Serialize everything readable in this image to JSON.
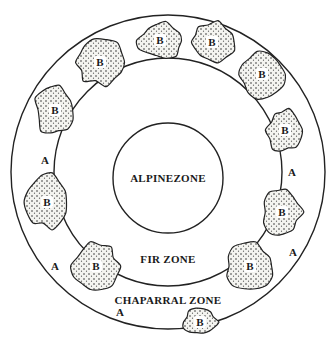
{
  "diagram": {
    "nodes": [
      {
        "text": [
          "CHAPARRAL ZONE"
        ]
      },
      {
        "text": [
          "FIR ZONE"
        ],
        "in": 0
      },
      {
        "text": [
          "ALPINEZONE"
        ],
        "in": 1
      },
      {
        "text": [
          "B"
        ],
        "in": 0
      },
      {
        "text": [
          "B"
        ],
        "in": 0
      },
      {
        "text": [
          "B"
        ],
        "in": 0
      },
      {
        "text": [
          "B"
        ],
        "in": 0
      },
      {
        "text": [
          "B"
        ],
        "in": 0
      },
      {
        "text": [
          "B"
        ],
        "in": 0
      },
      {
        "text": [
          "B"
        ],
        "in": 0
      },
      {
        "text": [
          "B"
        ],
        "in": 0
      },
      {
        "text": [
          "B"
        ],
        "in": 0
      },
      {
        "text": [
          "B"
        ],
        "in": 0
      },
      {
        "text": [
          "B"
        ],
        "in": 0
      }
    ],
    "labels": [
      "A",
      "A",
      "A",
      "A",
      "A"
    ]
  }
}
